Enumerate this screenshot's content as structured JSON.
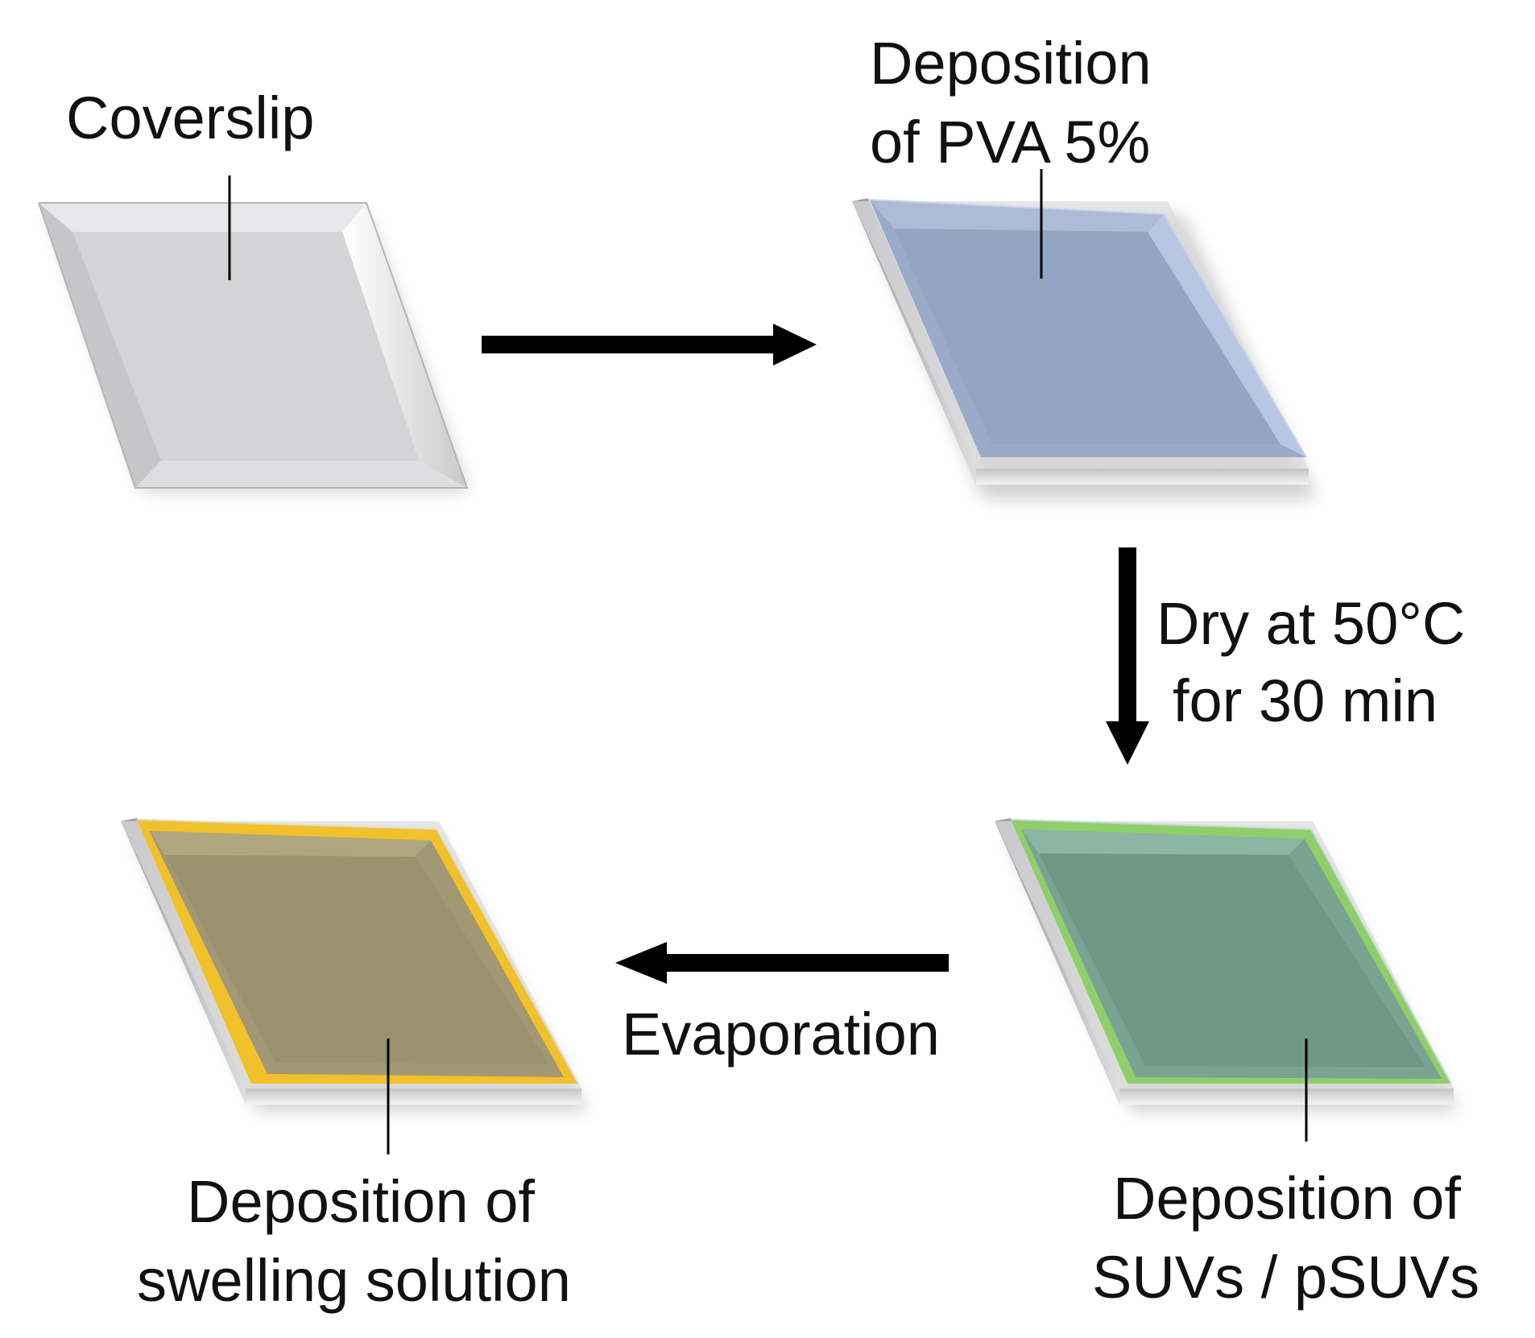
{
  "labels": {
    "coverslip": "Coverslip",
    "pva_line1": "Deposition",
    "pva_line2": "of PVA 5%",
    "dry_line1": "Dry at 50°C",
    "dry_line2": "for 30 min",
    "suv_line1": "Deposition of",
    "suv_line2": "SUVs / pSUVs",
    "evaporation": "Evaporation",
    "swelling_line1": "Deposition of",
    "swelling_line2": "swelling solution"
  },
  "colors": {
    "glass": "#d6d6d8",
    "pva_layer": "#98a8c6",
    "suv_layer": "#6f9788",
    "suv_edge": "#8fcf6a",
    "swelling_layer": "#9a916e",
    "swelling_edge": "#f0c12a",
    "arrow": "#000000"
  }
}
